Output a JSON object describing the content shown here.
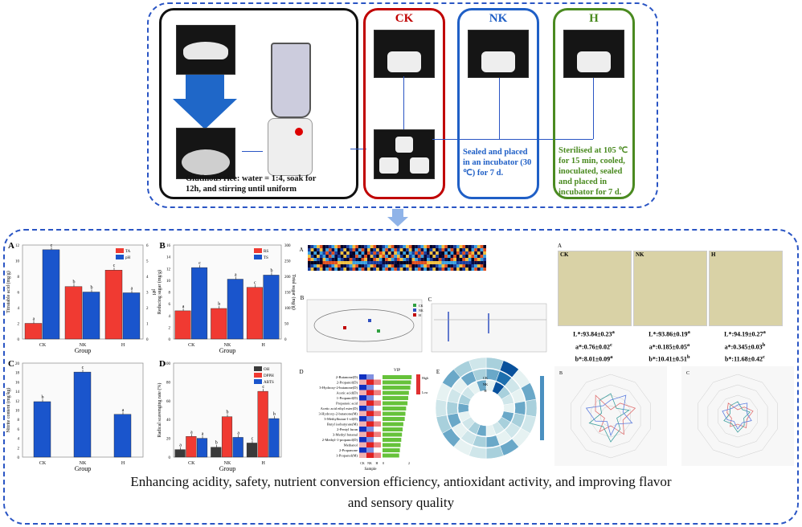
{
  "process": {
    "prep_caption": "Glutinous rice: water = 1:4, soak for 12h, and stirring until uniform",
    "groups": [
      {
        "label": "CK",
        "color": "#c00000"
      },
      {
        "label": "NK",
        "color": "#1f5fc6",
        "note": "Sealed and placed in an incubator (30 ℃) for 7 d."
      },
      {
        "label": "H",
        "color": "#4a8a20",
        "note": "Sterilised at 105 ℃ for 15 min, cooled, inoculated, sealed and placed in incubator for 7 d."
      }
    ]
  },
  "colors": {
    "frame": "#2a55c4",
    "red": "#f03a32",
    "blue": "#1a55cc",
    "dark": "#3a3a3a",
    "green": "#66c23a"
  },
  "charts": [
    {
      "id": "A",
      "categories": [
        "CK",
        "NK",
        "H"
      ],
      "xlabel": "Group",
      "ylabel": "Titratable acid (mg/g)",
      "y2label": "pH",
      "ylim": [
        0,
        12
      ],
      "yticks": [
        0,
        2,
        4,
        6,
        8,
        10,
        12
      ],
      "y2lim": [
        0,
        6
      ],
      "y2ticks": [
        0,
        1,
        2,
        3,
        4,
        5,
        6
      ],
      "series": [
        {
          "name": "TA",
          "axis": 1,
          "values": [
            2.0,
            6.7,
            8.8
          ],
          "letters": [
            "a",
            "b",
            "c"
          ],
          "color": "#f03a32"
        },
        {
          "name": "pH",
          "axis": 2,
          "values": [
            5.7,
            3.0,
            2.95
          ],
          "letters": [
            "c",
            "b",
            "a"
          ],
          "color": "#1a55cc"
        }
      ]
    },
    {
      "id": "B",
      "categories": [
        "CK",
        "NK",
        "H"
      ],
      "xlabel": "Group",
      "ylabel": "Reducing sugar (mg/g)",
      "y2label": "Total sugar (mg/g)",
      "ylim": [
        0,
        16
      ],
      "yticks": [
        0,
        2,
        4,
        6,
        8,
        10,
        12,
        14,
        16
      ],
      "y2lim": [
        0,
        300
      ],
      "y2ticks": [
        0,
        50,
        100,
        150,
        200,
        250,
        300
      ],
      "series": [
        {
          "name": "RS",
          "axis": 1,
          "values": [
            4.8,
            5.2,
            8.8
          ],
          "letters": [
            "a",
            "b",
            "c"
          ],
          "color": "#f03a32"
        },
        {
          "name": "TS",
          "axis": 2,
          "values": [
            228,
            191,
            204
          ],
          "letters": [
            "c",
            "a",
            "b"
          ],
          "color": "#1a55cc"
        }
      ]
    },
    {
      "id": "C",
      "categories": [
        "CK",
        "NK",
        "H"
      ],
      "xlabel": "Group",
      "ylabel": "Nitrite content (mg/kg)",
      "ylim": [
        0,
        20
      ],
      "yticks": [
        0,
        2,
        4,
        6,
        8,
        10,
        12,
        14,
        16,
        18,
        20
      ],
      "series": [
        {
          "name": "Nitrite",
          "axis": 1,
          "values": [
            11.8,
            18.1,
            9.1
          ],
          "letters": [
            "b",
            "c",
            "a"
          ],
          "color": "#1a55cc",
          "nolegend": true
        }
      ]
    },
    {
      "id": "D",
      "categories": [
        "CK",
        "NK",
        "H"
      ],
      "xlabel": "Group",
      "ylabel": "Radical scavenging rate (%)",
      "ylim": [
        0,
        100
      ],
      "yticks": [
        0,
        20,
        40,
        60,
        80,
        100
      ],
      "series": [
        {
          "name": "OH",
          "axis": 1,
          "values": [
            8,
            10.5,
            15
          ],
          "letters": [
            "a",
            "b",
            "c"
          ],
          "color": "#3a3a3a"
        },
        {
          "name": "DPPH",
          "axis": 1,
          "values": [
            22,
            43,
            70
          ],
          "letters": [
            "a",
            "b",
            "c"
          ],
          "color": "#f03a32"
        },
        {
          "name": "ABTS",
          "axis": 1,
          "values": [
            20,
            21,
            41
          ],
          "letters": [
            "a",
            "a",
            "b"
          ],
          "color": "#1a55cc"
        }
      ]
    }
  ],
  "flavor": {
    "heatmap_label": "A",
    "pca_label": "B",
    "perm_label": "C",
    "vip_label": "D",
    "circ_label": "E",
    "pca_legend": [
      "CK",
      "NK",
      "H"
    ],
    "vip_title": "VIP",
    "vip_xlabel": "Sample",
    "vip_samples": [
      "CK",
      "NK",
      "H"
    ],
    "vip_legend_high": "High",
    "vip_legend_low": "Low",
    "vip_compounds": [
      "2-Butanone(D)",
      "2-Propanol(D)",
      "3-Hydroxy-2-butanone(D)",
      "Acetic acid(D)",
      "1-Propanol(D)",
      "Propanoic acid",
      "Acetic acid ethyl ester(D)",
      "3-Hydroxy-2-butanone(M)",
      "3-Methylbutan-1-ol(D)",
      "Butyl isobutyrate(M)",
      "2-Pentyl furan",
      "3-Methyl butanal",
      "2-Methyl-1-propanol(D)",
      "Methanol",
      "2-Propanone",
      "1-Propanol(M)"
    ],
    "vip_values": [
      2.1,
      2.05,
      2.0,
      1.9,
      1.85,
      1.8,
      1.7,
      1.65,
      1.6,
      1.5,
      1.45,
      1.4,
      1.35,
      1.3,
      1.25,
      1.2
    ],
    "vip_axis": [
      "0",
      "2"
    ],
    "circ_samples": [
      "CK",
      "NK",
      "H"
    ]
  },
  "color_panel": {
    "label": "A",
    "samples": [
      {
        "name": "CK",
        "L": "L*:93.84±0.23",
        "La": "a",
        "a": "a*:0.76±0.02",
        "aa": "c",
        "b": "b*:8.01±0.09",
        "ba": "a"
      },
      {
        "name": "NK",
        "L": "L*:93.86±0.19",
        "La": "a",
        "a": "a*:0.185±0.05",
        "aa": "a",
        "b": "b*:10.41±0.51",
        "ba": "b"
      },
      {
        "name": "H",
        "L": "L*:94.19±0.27",
        "La": "a",
        "a": "a*:0.345±0.03",
        "aa": "b",
        "b": "b*:11.68±0.42",
        "ba": "c"
      }
    ],
    "radar_labels": [
      "B",
      "C"
    ]
  },
  "caption": {
    "line1": "Enhancing acidity, safety, nutrient conversion efficiency, antioxidant activity, and improving flavor",
    "line2": "and sensory quality"
  }
}
